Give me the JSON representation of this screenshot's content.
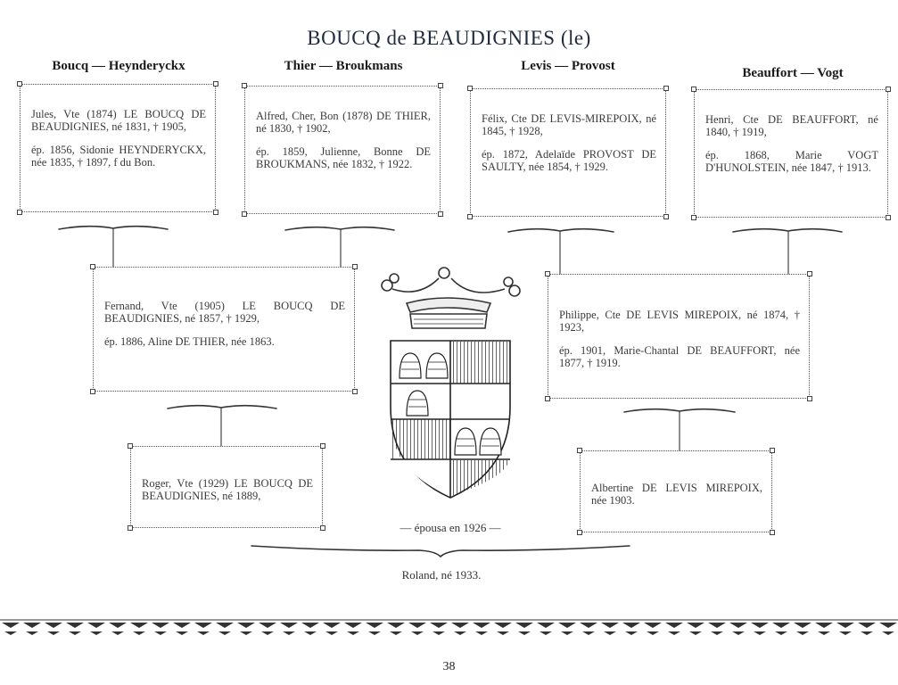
{
  "title": "BOUCQ de BEAUDIGNIES (le)",
  "couples": [
    "Boucq — Heynderyckx",
    "Thier — Broukmans",
    "Levis — Provost",
    "Beauffort — Vogt"
  ],
  "boxes": {
    "jules": [
      "Jules, Vte (1874) LE BOUCQ DE BEAUDIGNIES, né 1831, † 1905,",
      "ép. 1856, Sidonie HEYNDERYCKX, née 1835, † 1897, f du Bon."
    ],
    "alfred": [
      "Alfred, Cher, Bon (1878) DE THIER, né 1830, † 1902,",
      "ép. 1859, Julienne, Bonne DE BROUKMANS, née 1832, † 1922."
    ],
    "felix": [
      "Félix, Cte DE LEVIS-MIREPOIX, né 1845, † 1928,",
      "ép. 1872, Adelaïde PROVOST DE SAULTY, née 1854, † 1929."
    ],
    "henri": [
      "Henri, Cte DE BEAUFFORT, né 1840, † 1919,",
      "ép. 1868, Marie VOGT D'HUNOLSTEIN, née 1847, † 1913."
    ],
    "fernand": [
      "Fernand, Vte (1905) LE BOUCQ DE BEAUDIGNIES, né 1857, † 1929,",
      "ép. 1886, Aline DE THIER, née 1863."
    ],
    "philippe": [
      "Philippe, Cte DE LEVIS MIREPOIX, né 1874, † 1923,",
      "ép. 1901, Marie-Chantal DE BEAUFFORT, née 1877, † 1919."
    ],
    "roger": [
      "Roger, Vte (1929) LE BOUCQ DE BEAUDIGNIES, né 1889,"
    ],
    "albertine": [
      "Albertine DE LEVIS MIREPOIX, née 1903."
    ]
  },
  "married": "— épousa en 1926 —",
  "child": "Roland, né 1933.",
  "page_number": "38"
}
